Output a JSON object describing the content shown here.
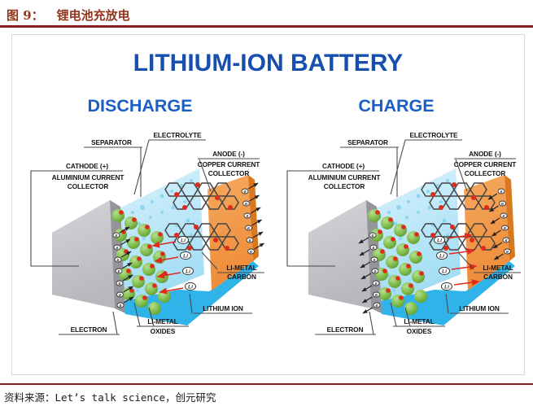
{
  "figure": {
    "label": "图 9：",
    "title": "锂电池充放电"
  },
  "source": {
    "prefix": "资料来源：",
    "text": "Let’s talk science，创元研究"
  },
  "diagram": {
    "title": "LITHIUM-ION BATTERY",
    "panels": [
      {
        "heading": "DISCHARGE"
      },
      {
        "heading": "CHARGE"
      }
    ],
    "labels": {
      "separator": "SEPARATOR",
      "electrolyte": "ELECTROLYTE",
      "anode": "ANODE (-)",
      "copper1": "COPPER CURRENT",
      "copper2": "COLLECTOR",
      "cathode": "CATHODE (+)",
      "aluminium1": "ALUMINIUM CURRENT",
      "aluminium2": "COLLECTOR",
      "electron": "ELECTRON",
      "limetal_oxides1": "LI-METAL",
      "limetal_oxides2": "OXIDES",
      "lithium_ion": "LITHIUM ION",
      "limetal_carbon1": "LI-METAL",
      "limetal_carbon2": "CARBON"
    },
    "symbols": {
      "electron": "e",
      "lithium": "Li"
    },
    "colors": {
      "figure_accent": "#8b1e1e",
      "figure_title_text": "#93351c",
      "main_title_blue": "#164fae",
      "panel_heading_blue": "#1b5ec6",
      "cathode_green": "#7cb944",
      "lithium_red": "#e02a1a",
      "electrolyte_blue": "#bfe8f8",
      "base_blue": "#2fb3e9",
      "copper_orange": "#ef8f3e",
      "collector_gray": "#c9c9ce",
      "carbon_dark": "#454545"
    }
  }
}
